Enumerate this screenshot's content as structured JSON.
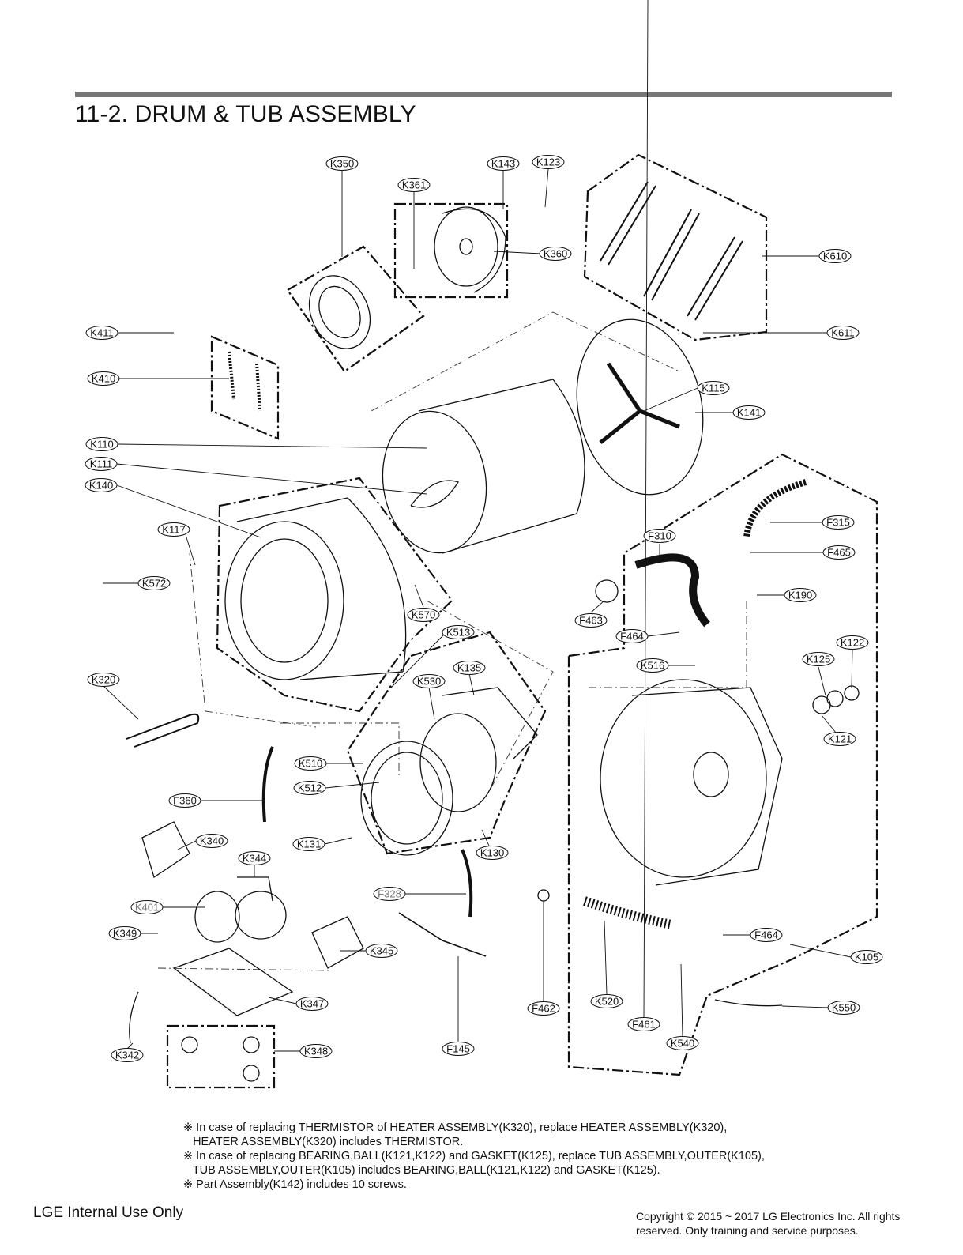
{
  "title": "11-2.  DRUM & TUB ASSEMBLY",
  "callouts": [
    {
      "id": "K350"
    },
    {
      "id": "K143"
    },
    {
      "id": "K123"
    },
    {
      "id": "K361"
    },
    {
      "id": "K360"
    },
    {
      "id": "K610"
    },
    {
      "id": "K611"
    },
    {
      "id": "K411"
    },
    {
      "id": "K410"
    },
    {
      "id": "K115"
    },
    {
      "id": "K141"
    },
    {
      "id": "K110"
    },
    {
      "id": "K111"
    },
    {
      "id": "K140"
    },
    {
      "id": "K117"
    },
    {
      "id": "K572"
    },
    {
      "id": "K570"
    },
    {
      "id": "K513"
    },
    {
      "id": "F315"
    },
    {
      "id": "F310"
    },
    {
      "id": "F465"
    },
    {
      "id": "K190"
    },
    {
      "id": "F463"
    },
    {
      "id": "F464"
    },
    {
      "id": "K516"
    },
    {
      "id": "K122"
    },
    {
      "id": "K125"
    },
    {
      "id": "K121"
    },
    {
      "id": "K320"
    },
    {
      "id": "K530"
    },
    {
      "id": "K135"
    },
    {
      "id": "K510"
    },
    {
      "id": "K512"
    },
    {
      "id": "F360"
    },
    {
      "id": "K340"
    },
    {
      "id": "K131"
    },
    {
      "id": "K130"
    },
    {
      "id": "K344"
    },
    {
      "id": "K401"
    },
    {
      "id": "F328"
    },
    {
      "id": "K349"
    },
    {
      "id": "K345"
    },
    {
      "id": "F464b",
      "label": "F464"
    },
    {
      "id": "K105"
    },
    {
      "id": "K520"
    },
    {
      "id": "F462"
    },
    {
      "id": "F461"
    },
    {
      "id": "K550"
    },
    {
      "id": "K347"
    },
    {
      "id": "K540"
    },
    {
      "id": "K342"
    },
    {
      "id": "K348"
    },
    {
      "id": "F145"
    }
  ],
  "notes": [
    "※ In case of replacing THERMISTOR of HEATER ASSEMBLY(K320), replace HEATER ASSEMBLY(K320),",
    "   HEATER ASSEMBLY(K320) includes THERMISTOR.",
    "※ In case of replacing BEARING,BALL(K121,K122) and GASKET(K125), replace TUB ASSEMBLY,OUTER(K105),",
    "   TUB ASSEMBLY,OUTER(K105) includes BEARING,BALL(K121,K122) and GASKET(K125).",
    "※ Part Assembly(K142) includes 10 screws."
  ],
  "footer": {
    "left": "LGE Internal Use Only",
    "right": "Copyright © 2015 ~ 2017 LG Electronics Inc. All rights reserved. Only training and service purposes."
  }
}
